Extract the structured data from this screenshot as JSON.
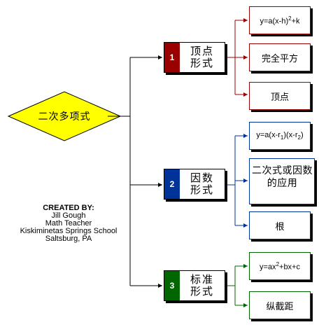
{
  "root": {
    "label": "二次多项式",
    "color": "#ffff00"
  },
  "credits": {
    "heading": "CREATED BY:",
    "lines": [
      "Jill Gough",
      "Math Teacher",
      "Kiskiminetas Springs School",
      "Saltsburg, PA"
    ]
  },
  "categories": [
    {
      "number": "1",
      "label": "顶点\n形式",
      "color": "#990000",
      "leaves": [
        {
          "parts": [
            {
              "t": "y=a(x-h)"
            },
            {
              "t": "2",
              "sup": true
            },
            {
              "t": "+k"
            }
          ]
        },
        {
          "parts": [
            {
              "t": "完全平方"
            }
          ]
        },
        {
          "parts": [
            {
              "t": "顶点"
            }
          ]
        }
      ]
    },
    {
      "number": "2",
      "label": "因数\n形式",
      "color": "#003399",
      "leaves": [
        {
          "parts": [
            {
              "t": "y=a(x-r"
            },
            {
              "t": "1",
              "sub": true
            },
            {
              "t": ")(x-r"
            },
            {
              "t": "2",
              "sub": true
            },
            {
              "t": ")"
            }
          ]
        },
        {
          "parts": [
            {
              "t": "二次式或因数的应用"
            }
          ]
        },
        {
          "parts": [
            {
              "t": "根"
            }
          ]
        }
      ]
    },
    {
      "number": "3",
      "label": "标准\n形式",
      "color": "#006600",
      "leaves": [
        {
          "parts": [
            {
              "t": "y=ax"
            },
            {
              "t": "2",
              "sup": true
            },
            {
              "t": "+bx+c"
            }
          ]
        },
        {
          "parts": [
            {
              "t": "纵截距"
            }
          ]
        }
      ]
    }
  ]
}
